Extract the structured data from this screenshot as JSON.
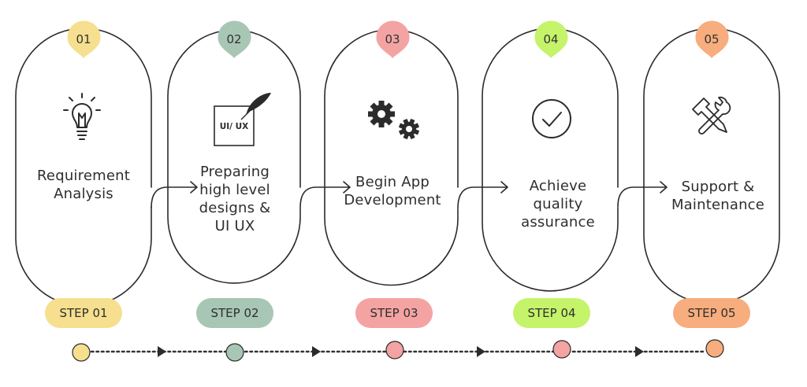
{
  "steps": [
    {
      "number": "01",
      "title_lines": [
        "Requirement",
        "Analysis"
      ],
      "badge": "STEP 01",
      "color": "#F6DF8E",
      "icon": "lightbulb-icon"
    },
    {
      "number": "02",
      "title_lines": [
        "Preparing",
        "high level",
        "designs &",
        "UI UX"
      ],
      "badge": "STEP 02",
      "color": "#A8C6B4",
      "icon": "uiux-quill-icon",
      "icon_text": "UI/ UX"
    },
    {
      "number": "03",
      "title_lines": [
        "Begin App",
        "Development"
      ],
      "badge": "STEP 03",
      "color": "#F4A3A3",
      "icon": "gears-icon"
    },
    {
      "number": "04",
      "title_lines": [
        "Achieve",
        "quality",
        "assurance"
      ],
      "badge": "STEP 04",
      "color": "#C5F36A",
      "icon": "check-circle-icon"
    },
    {
      "number": "05",
      "title_lines": [
        "Support &",
        "Maintenance"
      ],
      "badge": "STEP 05",
      "color": "#F7AD7D",
      "icon": "tools-icon"
    }
  ]
}
